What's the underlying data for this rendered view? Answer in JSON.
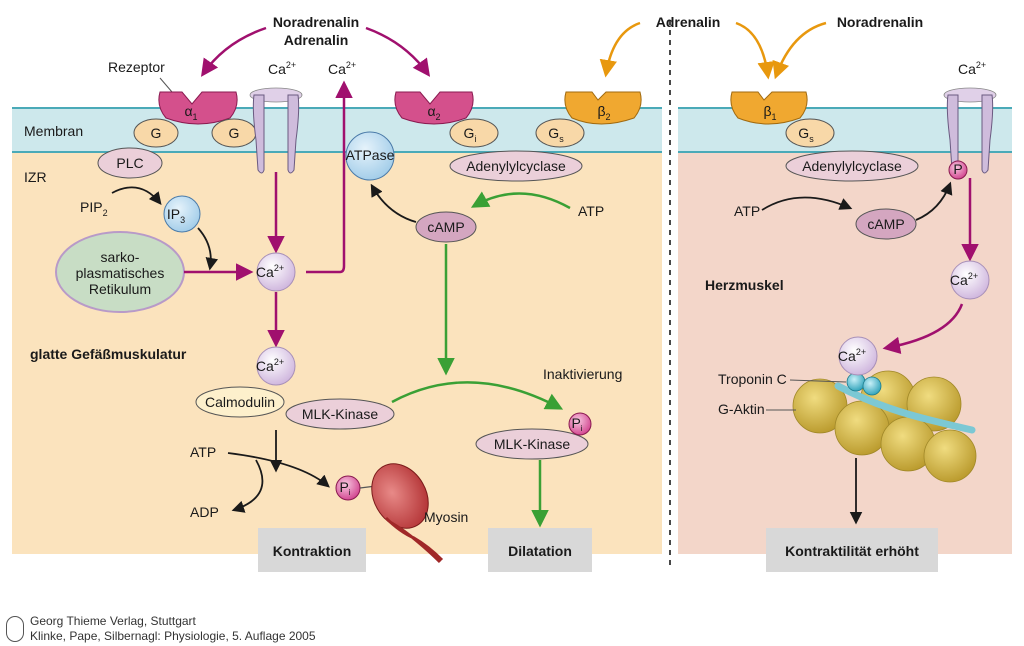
{
  "ligands": {
    "noradrenalin_left": "Noradrenalin",
    "adrenalin_left": "Adrenalin",
    "adrenalin_right": "Adrenalin",
    "noradrenalin_right": "Noradrenalin"
  },
  "labels": {
    "rezeptor": "Rezeptor",
    "membran": "Membran",
    "izr": "IZR",
    "ca": "Ca",
    "ca_sup": "2+",
    "alpha": "α",
    "beta": "β",
    "sub1": "1",
    "sub2": "2",
    "g": "G",
    "gi": "G",
    "gi_sub": "i",
    "gs": "G",
    "gs_sub": "s",
    "plc": "PLC",
    "pip": "PIP",
    "pip_sub": "2",
    "ip": "IP",
    "ip_sub": "3",
    "sr1": "sarko-",
    "sr2": "plasmatisches",
    "sr3": "Retikulum",
    "atpase": "ATPase",
    "adenylylcyclase": "Adenylylcyclase",
    "camp": "cAMP",
    "atp": "ATP",
    "adp": "ADP",
    "smooth_muscle": "glatte Gefäßmuskulatur",
    "heart_muscle": "Herzmuskel",
    "calmodulin": "Calmodulin",
    "mlk": "MLK-Kinase",
    "inaktivierung": "Inaktivierung",
    "p": "P",
    "p_sub": "i",
    "myosin": "Myosin",
    "troponin": "Troponin C",
    "aktin": "G-Aktin"
  },
  "outcomes": {
    "kontraktion": "Kontraktion",
    "dilatation": "Dilatation",
    "kontraktilitaet": "Kontraktilität erhöht"
  },
  "footer": {
    "line1": "Georg Thieme Verlag, Stuttgart",
    "line2": "Klinke, Pape, Silbernagl: Physiologie, 5. Auflage 2005"
  },
  "colors": {
    "purple_arrow": "#a0106e",
    "orange_arrow": "#e8980e",
    "green_arrow": "#3aa035",
    "smooth_bg": "#fbe3bd",
    "heart_bg": "#f3d6c9",
    "membrane": "#cde8ec",
    "receptor_pink": "#d4508c",
    "receptor_orange": "#f0a830",
    "g_protein": "#f8d8a8",
    "enzyme": "#ebcfd9",
    "ca_ball": "#e6d4ec",
    "actin": "#d8b840",
    "troponin": "#40b8c8"
  }
}
